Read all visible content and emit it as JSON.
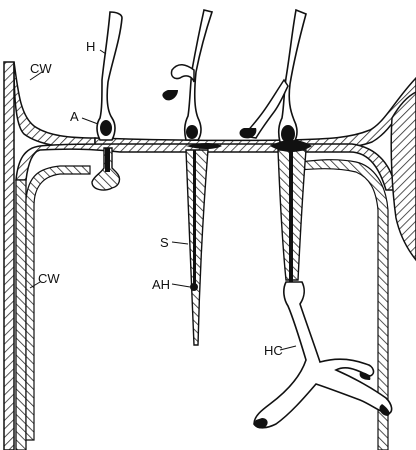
{
  "figure": {
    "labels": {
      "hypha": "H",
      "appressorium": "A",
      "cell_wall_top": "CW",
      "cell_wall_left": "CW",
      "septum": "S",
      "appressorial_hypha": "AH",
      "hyphal_cell": "HC"
    },
    "colors": {
      "ink": "#111111",
      "hatch": "#2a2a2a",
      "background": "#ffffff"
    }
  }
}
